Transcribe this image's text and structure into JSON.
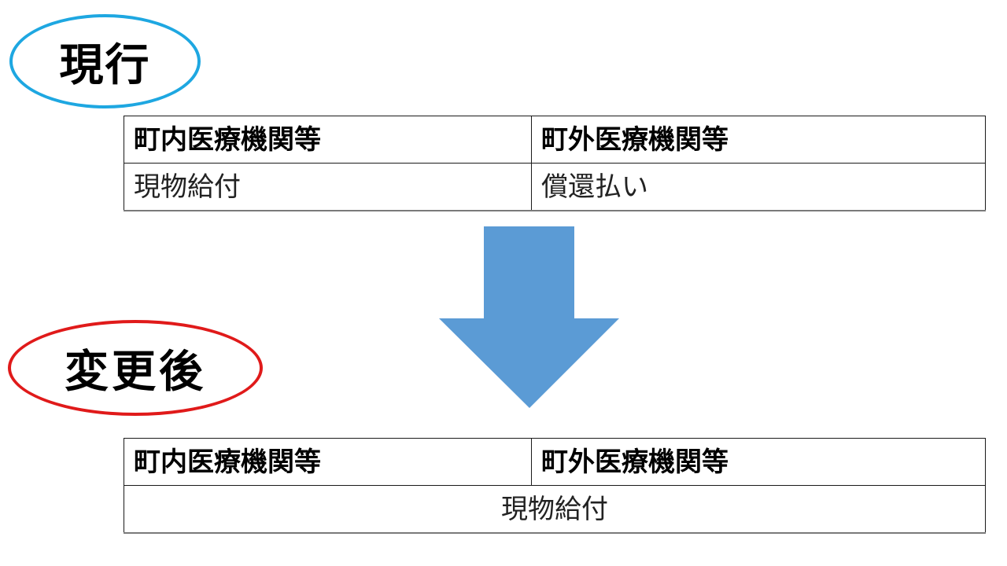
{
  "current": {
    "label": "現行",
    "ellipse_color": "#1ea7e1",
    "table": {
      "headers": [
        "町内医療機関等",
        "町外医療機関等"
      ],
      "row": [
        "現物給付",
        "償還払い"
      ]
    }
  },
  "arrow": {
    "icon": "down-arrow-icon",
    "color": "#5b9bd5"
  },
  "after": {
    "label": "変更後",
    "ellipse_color": "#e01a1a",
    "table": {
      "headers": [
        "町内医療機関等",
        "町外医療機関等"
      ],
      "row_merged": "現物給付"
    }
  }
}
